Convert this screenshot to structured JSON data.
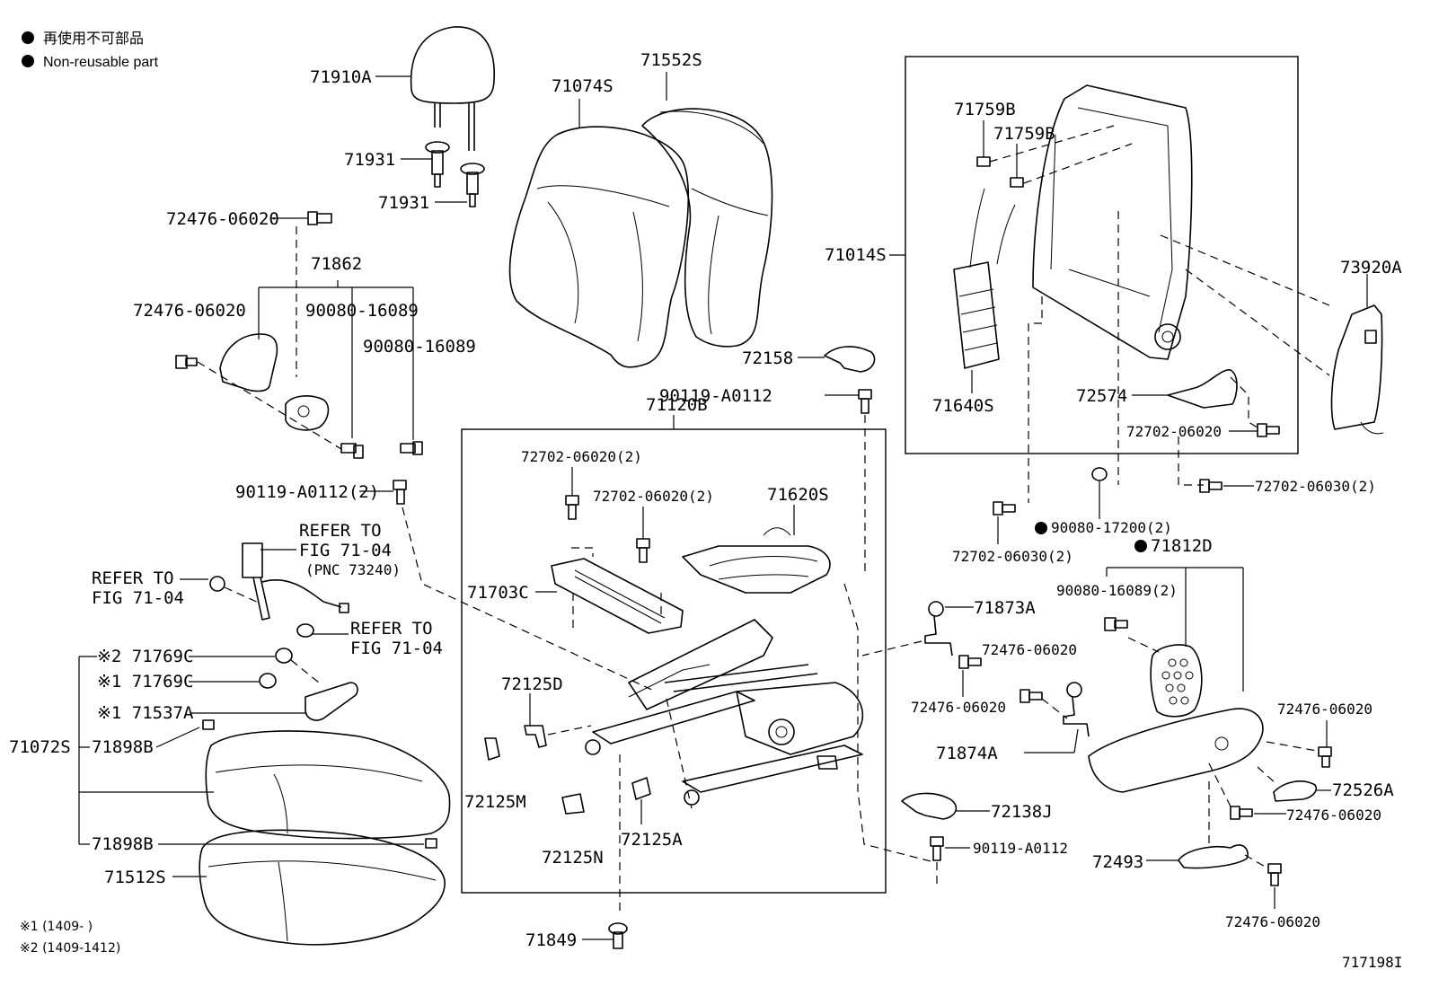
{
  "legend": {
    "items": [
      "再使用不可部品",
      "Non-reusable part"
    ]
  },
  "figure_id": "717198I",
  "footnotes": [
    "※1 (1409-        )",
    "※2 (1409-1412)"
  ],
  "labels": {
    "headrest": "71910A",
    "support_1": "71931",
    "support_2": "71931",
    "cover_71074": "71074S",
    "cover_71552": "71552S",
    "frame_assy": "71014S",
    "lumbar": "71640S",
    "clip_a": "71759B",
    "clip_b": "71759B",
    "back_board": "73920A",
    "bracket_72574": "72574",
    "bolt_72702_06020_r": "72702-06020",
    "bolt_72702_06030_r": "72702-06030(2)",
    "nut_90080_17200": "90080-17200(2)",
    "bolt_72702_06030_l": "72702-06030(2)",
    "hinge_cover": "71812D",
    "screw_90080_16089_2": "90080-16089(2)",
    "bolt_72476_a": "72476-06020",
    "bolt_72476_b": "72476-06020",
    "bolt_72476_c": "72476-06020",
    "bolt_72476_d": "72476-06020",
    "bolt_72476_e": "72476-06020",
    "knob_72526": "72526A",
    "lever_72493": "72493",
    "hook_71873": "71873A",
    "hook_71874": "71874A",
    "cover_72138": "72138J",
    "screw_90119_r": "90119-A0112",
    "cover_72158": "72158",
    "screw_90119_top": "90119-A0112",
    "adjuster": "71120B",
    "bolt_72702_2a": "72702-06020(2)",
    "bolt_72702_2b": "72702-06020(2)",
    "spring_71620": "71620S",
    "pad_71703": "71703C",
    "cover_72125D": "72125D",
    "cover_72125M": "72125M",
    "cover_72125N": "72125N",
    "cover_72125A": "72125A",
    "clip_71849": "71849",
    "bolt_72476_top": "72476-06020",
    "bracket_71862": "71862",
    "bolt_72476_mid": "72476-06020",
    "screw_90080_a": "90080-16089",
    "screw_90080_b": "90080-16089",
    "screw_90119_l": "90119-A0112(2)",
    "refer_1a": "REFER TO",
    "refer_1b": "FIG 71-04",
    "refer_1c": "(PNC 73240)",
    "refer_2a": "REFER TO",
    "refer_2b": "FIG 71-04",
    "refer_3a": "REFER TO",
    "refer_3b": "FIG 71-04",
    "cover_71769_2": "※2 71769C",
    "cover_71769_1": "※1 71769C",
    "plate_71537": "※1 71537A",
    "cushion_assy": "71072S",
    "clip_71898_a": "71898B",
    "clip_71898_b": "71898B",
    "cushion_71512": "71512S"
  }
}
